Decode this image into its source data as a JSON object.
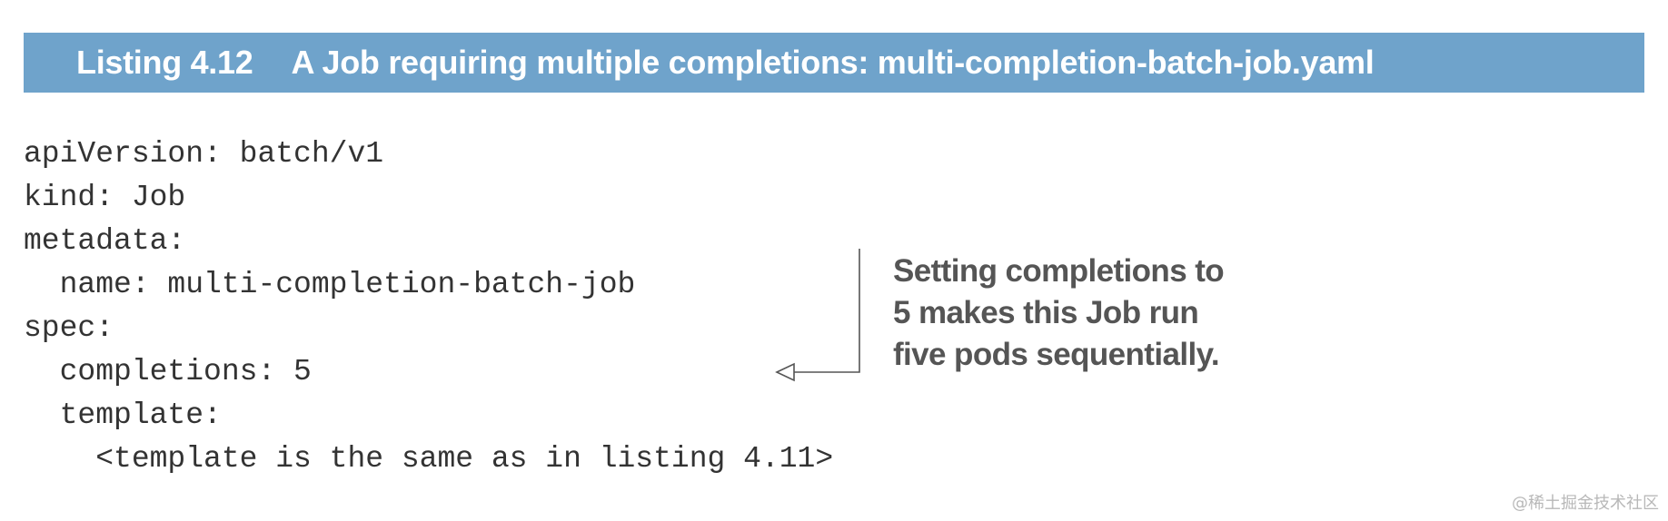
{
  "listing": {
    "number": "Listing 4.12",
    "title": "A Job requiring multiple completions: multi-completion-batch-job.yaml",
    "header_color": "#6fa3cb"
  },
  "code": {
    "lines": [
      "apiVersion: batch/v1",
      "kind: Job",
      "metadata:",
      "  name: multi-completion-batch-job",
      "spec:",
      "  completions: 5",
      "  template:",
      "    <template is the same as in listing 4.11>"
    ]
  },
  "annotation": {
    "lines": [
      "Setting completions to",
      "5 makes this Job run",
      "five pods sequentially."
    ]
  },
  "watermark": "@稀土掘金技术社区"
}
